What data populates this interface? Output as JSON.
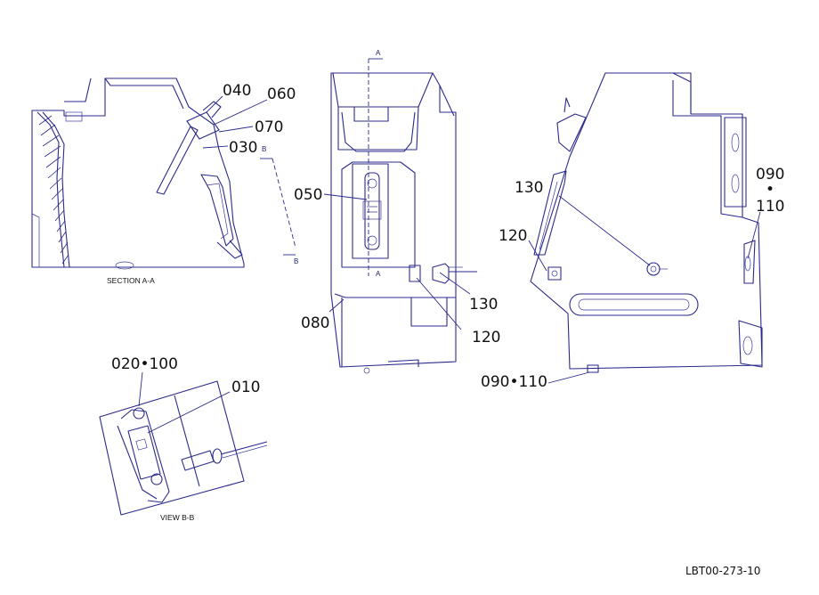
{
  "views": {
    "section_aa": {
      "caption": "SECTION A-A",
      "marker_top": "B",
      "marker_bottom": "B"
    },
    "front": {
      "marker_top": "A",
      "marker_bottom": "A"
    },
    "view_bb": {
      "caption": "VIEW  B-B"
    },
    "rear": {}
  },
  "part_labels": {
    "p040": "040",
    "p060": "060",
    "p070": "070",
    "p030": "030",
    "p050": "050",
    "p080": "080",
    "p130a": "130",
    "p120a": "120",
    "p130b": "130",
    "p120b": "120",
    "p090_top": "090",
    "p090_dot": "•",
    "p110_top": "110",
    "p090_110": "090•110",
    "p020_100": "020•100",
    "p010": "010"
  },
  "drawing_number": "LBT00-273-10",
  "colors": {
    "line": "#2a2a8c",
    "text": "#111111",
    "background": "#ffffff"
  }
}
